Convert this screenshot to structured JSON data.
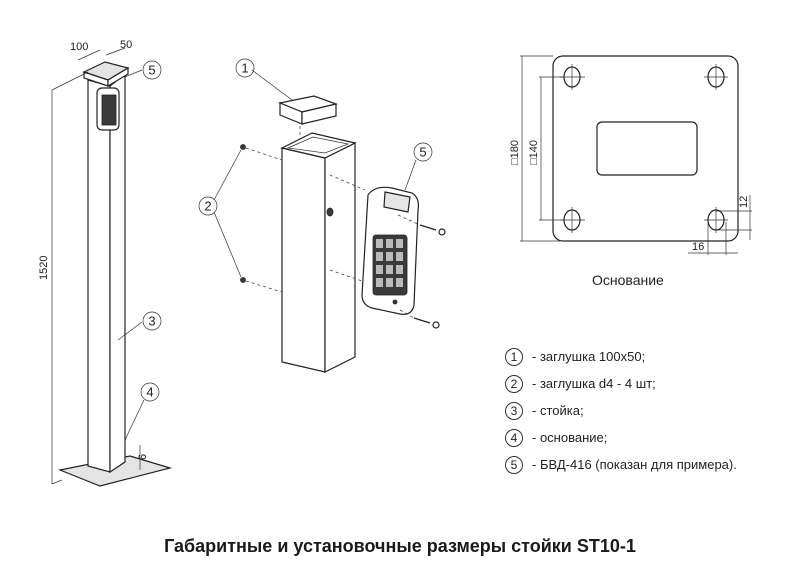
{
  "dimensions": {
    "width": "100",
    "depth": "50",
    "height": "1520",
    "base_thickness": "6",
    "plate_size": "□180",
    "hole_spacing": "□140",
    "slot_height": "12",
    "slot_width": "16"
  },
  "callouts": [
    "1",
    "2",
    "3",
    "4",
    "5"
  ],
  "base_caption": "Основание",
  "legend": [
    {
      "num": "1",
      "text": "- заглушка 100x50;"
    },
    {
      "num": "2",
      "text": "- заглушка d4 - 4 шт;"
    },
    {
      "num": "3",
      "text": "- стойка;"
    },
    {
      "num": "4",
      "text": "- основание;"
    },
    {
      "num": "5",
      "text": "- БВД-416 (показан для примера)."
    }
  ],
  "title": "Габаритные и установочные размеры стойки ST10-1"
}
